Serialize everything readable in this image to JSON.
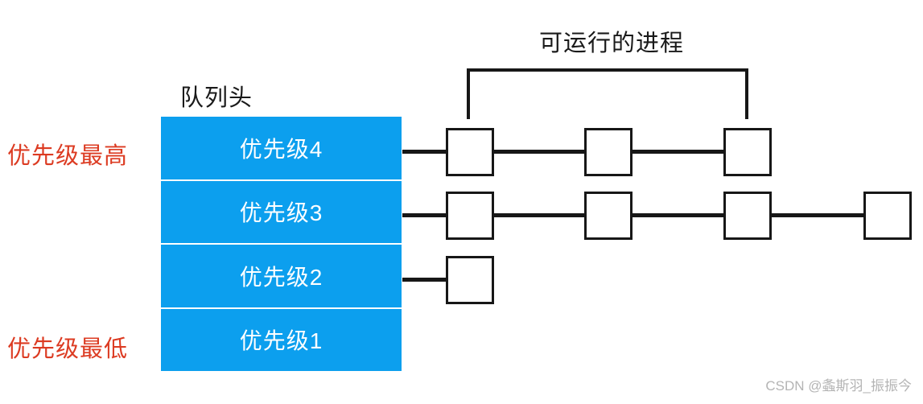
{
  "diagram": {
    "title": "可运行的进程",
    "queue_head_label": "队列头",
    "watermark": "CSDN @螽斯羽_振振今",
    "colors": {
      "queue_fill": "#0C9FEE",
      "queue_text": "#ffffff",
      "annotation_red": "#DC3B22",
      "stroke": "#171717",
      "watermark": "#b4b4b4"
    },
    "annotations": {
      "highest": "优先级最高",
      "lowest": "优先级最低"
    },
    "queue_rows": [
      {
        "label": "优先级4",
        "process_count": 3
      },
      {
        "label": "优先级3",
        "process_count": 4
      },
      {
        "label": "优先级2",
        "process_count": 1
      },
      {
        "label": "优先级1",
        "process_count": 0
      }
    ]
  }
}
